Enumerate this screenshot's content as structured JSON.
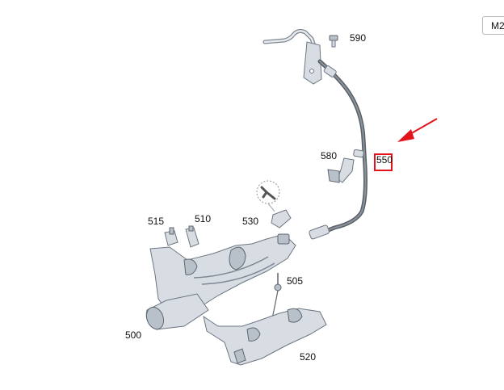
{
  "top_button": {
    "label": "M2"
  },
  "callouts": {
    "c590": "590",
    "c580": "580",
    "c550": "550",
    "c530": "530",
    "c515": "515",
    "c510": "510",
    "c505": "505",
    "c500": "500",
    "c520": "520"
  },
  "highlight": {
    "part": "550",
    "color": "#e3121b"
  },
  "pointer_arrow": {
    "color": "#e3121b"
  }
}
